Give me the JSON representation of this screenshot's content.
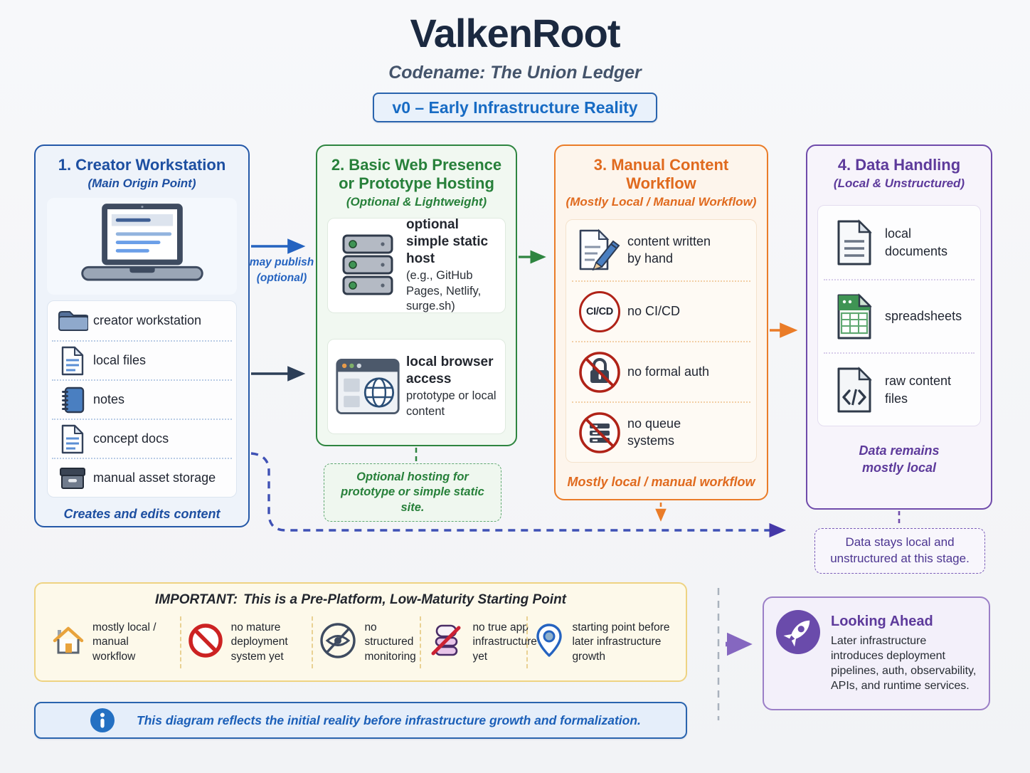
{
  "header": {
    "title": "ValkenRoot",
    "subtitle": "Codename: The Union Ledger",
    "badge": "v0 – Early Infrastructure Reality"
  },
  "arrows": {
    "may_publish_line1": "may publish",
    "may_publish_line2": "(optional)"
  },
  "box1": {
    "title": "1. Creator Workstation",
    "subtitle": "(Main Origin Point)",
    "items": [
      {
        "icon": "folder-icon",
        "label": "creator workstation"
      },
      {
        "icon": "document-icon",
        "label": "local files"
      },
      {
        "icon": "notebook-icon",
        "label": "notes"
      },
      {
        "icon": "document-icon",
        "label": "concept docs"
      },
      {
        "icon": "archive-icon",
        "label": "manual asset storage"
      }
    ],
    "footer": "Creates and edits content"
  },
  "box2": {
    "title": "2. Basic Web Presence or Prototype Hosting",
    "subtitle": "(Optional & Lightweight)",
    "cards": [
      {
        "icon": "server-stack-icon",
        "title": "optional simple static host",
        "detail": "(e.g., GitHub Pages, Netlify, surge.sh)"
      },
      {
        "icon": "browser-icon",
        "title": "local browser access",
        "detail": "prototype or local content"
      }
    ],
    "note": "Optional hosting for prototype or simple static site."
  },
  "box3": {
    "title": "3. Manual Content Workflow",
    "subtitle": "(Mostly Local / Manual Workflow)",
    "items": [
      {
        "icon": "write-document-icon",
        "label": "content written by hand"
      },
      {
        "icon": "cicd-crossed-icon",
        "icon_text": "CI/CD",
        "label": "no CI/CD"
      },
      {
        "icon": "lock-crossed-icon",
        "label": "no formal auth"
      },
      {
        "icon": "queue-crossed-icon",
        "label": "no queue systems"
      }
    ],
    "footer": "Mostly local / manual workflow"
  },
  "box4": {
    "title": "4. Data Handling",
    "subtitle": "(Local & Unstructured)",
    "items": [
      {
        "icon": "document-icon",
        "label": "local documents"
      },
      {
        "icon": "spreadsheet-icon",
        "label": "spreadsheets"
      },
      {
        "icon": "code-file-icon",
        "label": "raw content files"
      }
    ],
    "footer": "Data remains mostly local",
    "note": "Data stays local and unstructured at this stage."
  },
  "important": {
    "heading_label": "IMPORTANT:",
    "heading_text": "This is a Pre-Platform, Low-Maturity Starting Point",
    "items": [
      {
        "icon": "house-icon",
        "label": "mostly local / manual workflow"
      },
      {
        "icon": "prohibited-icon",
        "label": "no mature deployment system yet"
      },
      {
        "icon": "eye-off-icon",
        "label": "no structured monitoring"
      },
      {
        "icon": "no-app-infrastructure-icon",
        "label": "no true app infrastructure yet"
      },
      {
        "icon": "map-pin-icon",
        "label": "starting point before later infrastructure growth"
      }
    ]
  },
  "looking_ahead": {
    "title": "Looking Ahead",
    "body": "Later infrastructure introduces deployment pipelines, auth, observability, APIs, and runtime services."
  },
  "info_banner": {
    "text": "This diagram reflects the initial reality before infrastructure growth and formalization."
  },
  "colors": {
    "blue": "#2563c0",
    "dark_navy": "#2c3e57",
    "green": "#2e8540",
    "orange": "#ea7c28",
    "purple": "#6f4bab",
    "badge_blue": "#176bc4",
    "red": "#b02318",
    "indigo_dashed": "#3f51b5"
  }
}
